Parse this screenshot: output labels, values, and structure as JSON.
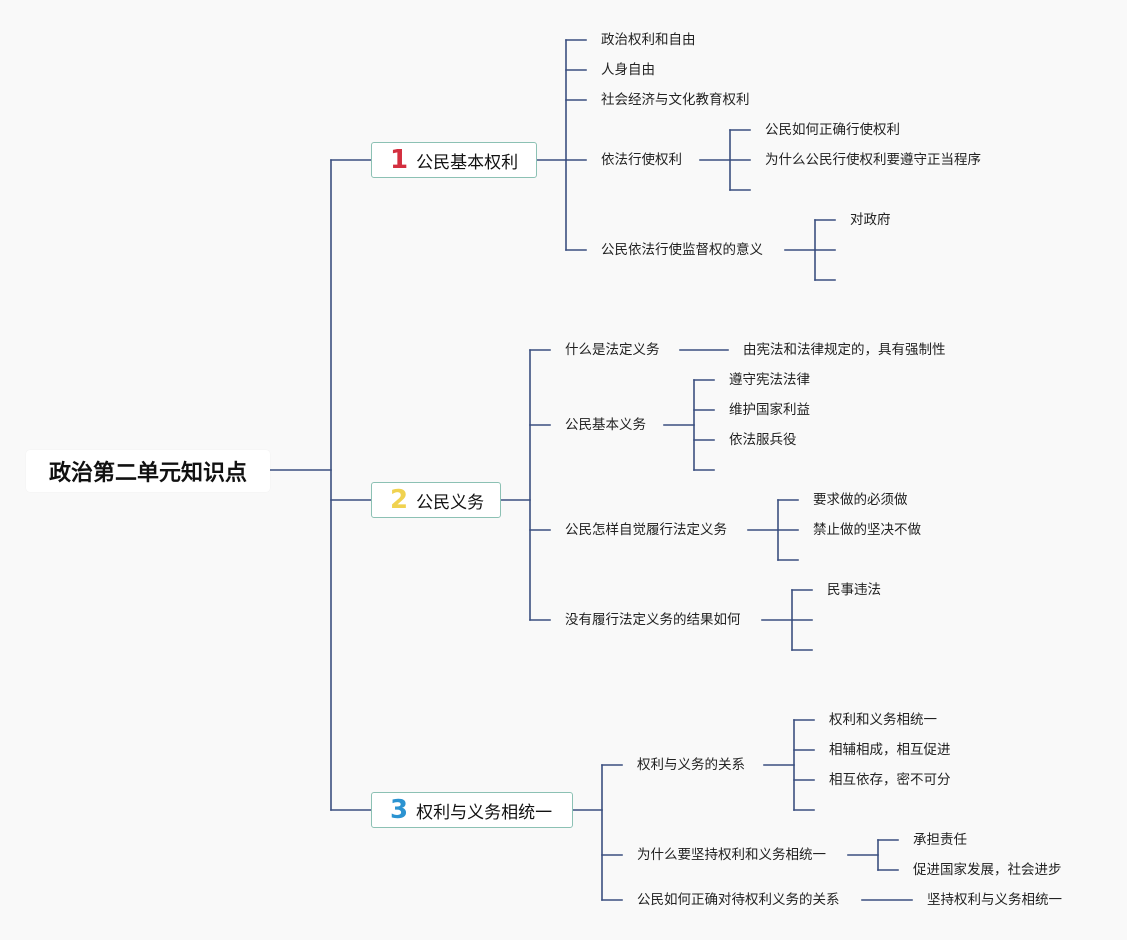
{
  "title": "政治第二单元知识点",
  "colors": {
    "line": "#3b4f80",
    "box_border": "#8cc1b4",
    "num1": "#d32f3f",
    "num2": "#f0d250",
    "num3": "#2b93d1"
  },
  "sections": [
    {
      "number": "1",
      "title": "公民基本权利",
      "items": [
        {
          "label": "政治权利和自由"
        },
        {
          "label": "人身自由"
        },
        {
          "label": "社会经济与文化教育权利"
        },
        {
          "label": "依法行使权利",
          "children": [
            "公民如何正确行使权利",
            "为什么公民行使权利要遵守正当程序"
          ]
        },
        {
          "label": "公民依法行使监督权的意义",
          "children": [
            "对政府"
          ]
        }
      ]
    },
    {
      "number": "2",
      "title": "公民义务",
      "items": [
        {
          "label": "什么是法定义务",
          "children": [
            "由宪法和法律规定的，具有强制性"
          ]
        },
        {
          "label": "公民基本义务",
          "children": [
            "遵守宪法法律",
            "维护国家利益",
            "依法服兵役"
          ]
        },
        {
          "label": "公民怎样自觉履行法定义务",
          "children": [
            "要求做的必须做",
            "禁止做的坚决不做"
          ]
        },
        {
          "label": "没有履行法定义务的结果如何",
          "children": [
            "民事违法"
          ]
        }
      ]
    },
    {
      "number": "3",
      "title": "权利与义务相统一",
      "items": [
        {
          "label": "权利与义务的关系",
          "children": [
            "权利和义务相统一",
            "相辅相成，相互促进",
            "相互依存，密不可分"
          ]
        },
        {
          "label": "为什么要坚持权利和义务相统一",
          "children": [
            "承担责任",
            "促进国家发展，社会进步"
          ]
        },
        {
          "label": "公民如何正确对待权利义务的关系",
          "children": [
            "坚持权利与义务相统一"
          ]
        }
      ]
    }
  ]
}
